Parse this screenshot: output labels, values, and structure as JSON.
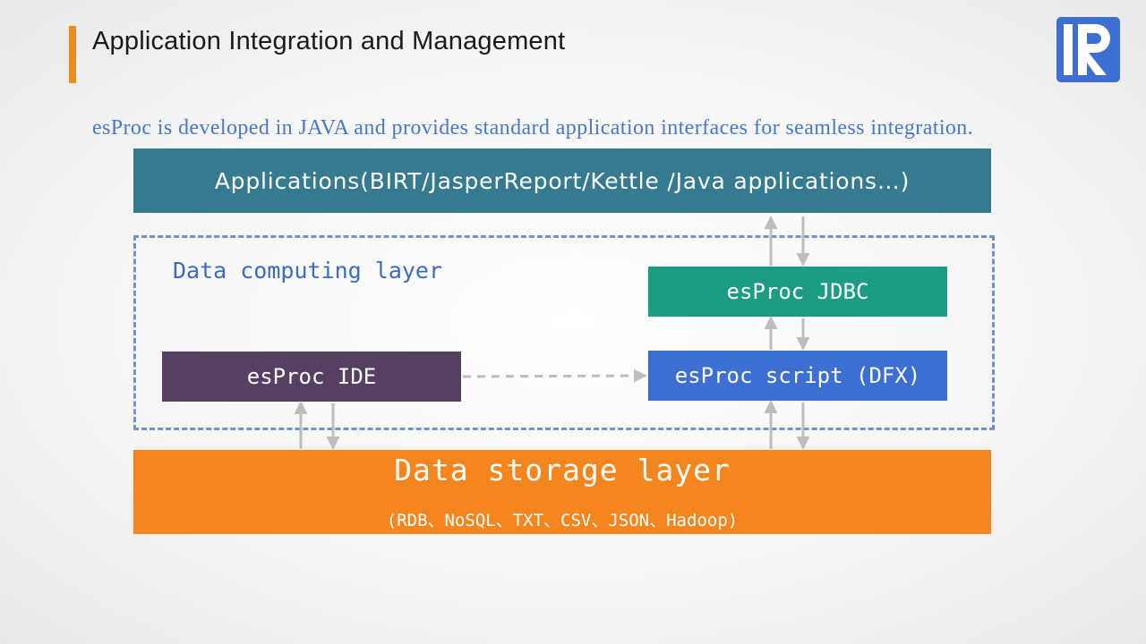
{
  "slide": {
    "title": "Application Integration and Management",
    "intro": "esProc is developed in JAVA and provides standard application interfaces for seamless integration."
  },
  "diagram": {
    "applications": "Applications(BIRT/JasperReport/Kettle /Java applications…)",
    "computing_layer_label": "Data computing layer",
    "jdbc": "esProc JDBC",
    "ide": "esProc IDE",
    "script": "esProc script (DFX)",
    "storage_title": "Data storage layer",
    "storage_sub": "(RDB、NoSQL、TXT、CSV、JSON、Hadoop)"
  },
  "colors": {
    "accent_bar": "#f08c1e",
    "applications": "#357a8f",
    "jdbc": "#1c9c82",
    "ide": "#553f63",
    "script": "#3c6fd1",
    "storage": "#f5861f",
    "frame": "#6f93cc",
    "arrow": "#bdbdbd"
  },
  "icons": {
    "logo": "raqsoft-r-logo"
  }
}
